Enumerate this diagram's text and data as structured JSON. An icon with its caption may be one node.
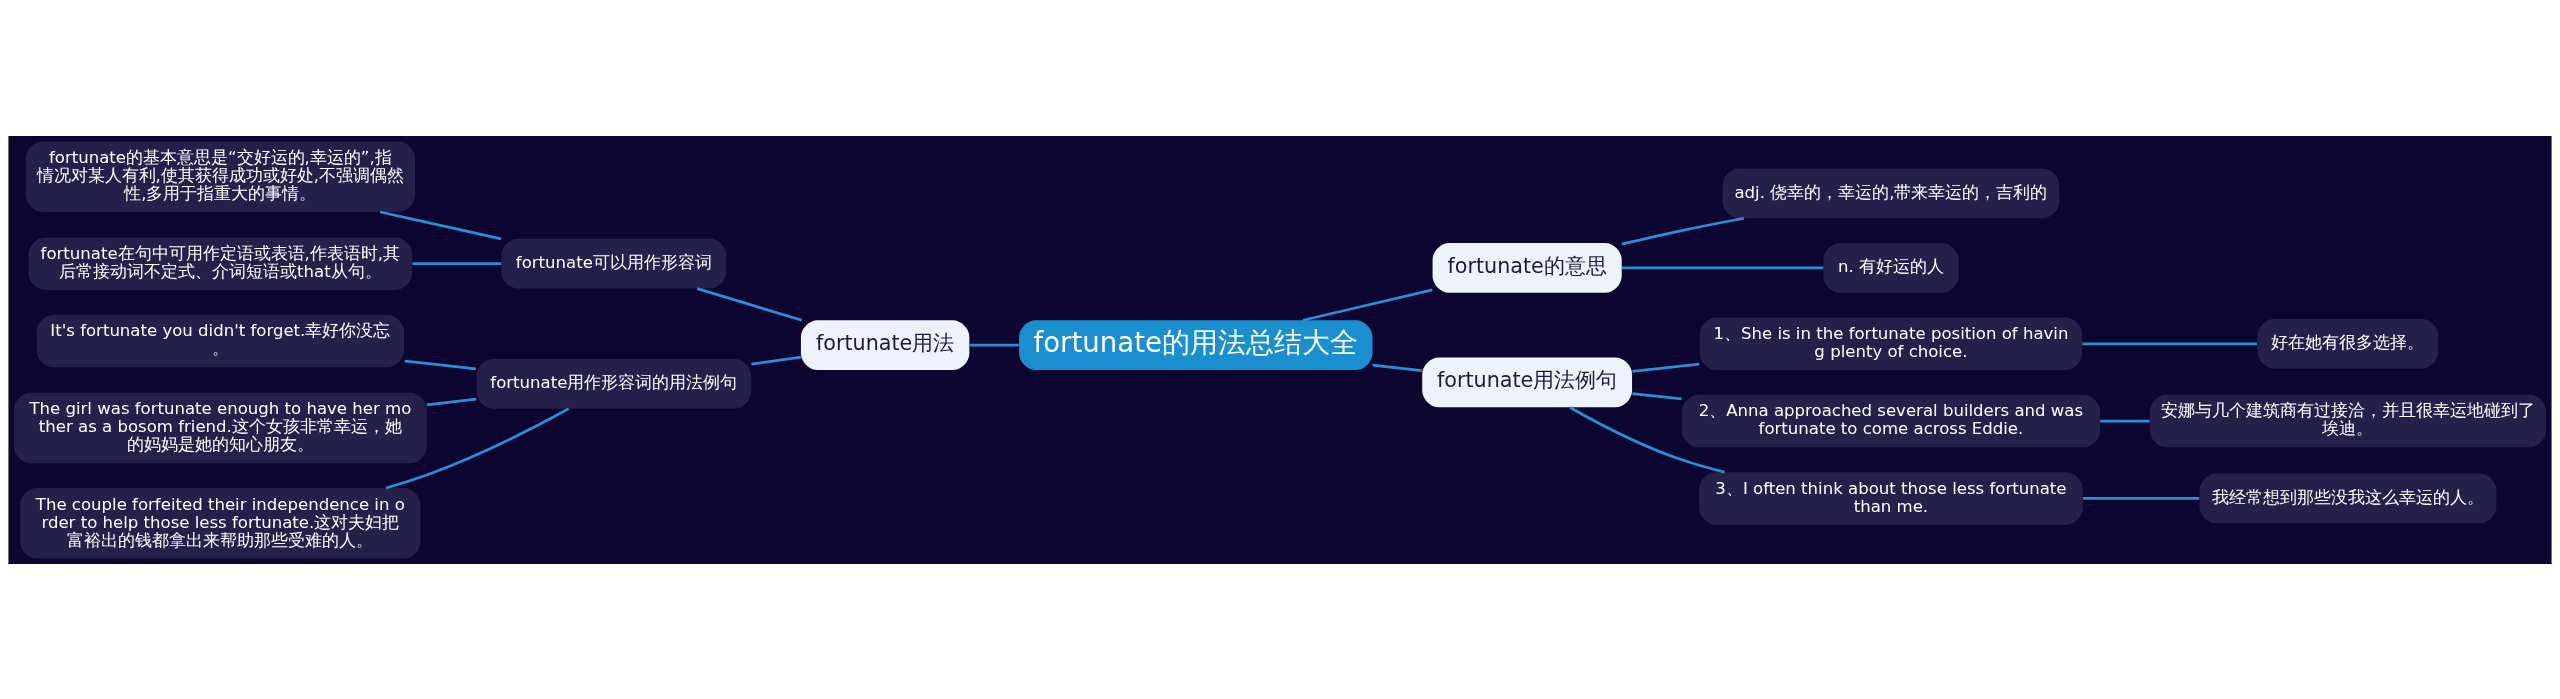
{
  "diagram": {
    "nodes": [
      {
        "text": [
          "fortunate的用法总结大全"
        ]
      },
      {
        "text": [
          "fortunate用法"
        ]
      },
      {
        "text": [
          "fortunate可以用作形容词"
        ]
      },
      {
        "text": [
          "fortunate的基本意思是“交好运的,幸运的”,指情况对某人有利,使其获得成功或好处,不强调偶然性,多用于指重大的事情。"
        ]
      },
      {
        "text": [
          "fortunate在句中可用作定语或表语,作表语时,其后常接动词不定式、介词短语或that从句。"
        ]
      },
      {
        "text": [
          "fortunate用作形容词的用法例句"
        ]
      },
      {
        "text": [
          "It's fortunate you didn't forget.幸好你没忘。"
        ]
      },
      {
        "text": [
          "The girl was fortunate enough to have her mother as a bosom friend.这个女孩非常幸运，她的妈妈是她的知心朋友。"
        ]
      },
      {
        "text": [
          "The couple forfeited their independence in order to help those less fortunate.这对夫妇把富裕出的钱都拿出来帮助那些受难的人。"
        ]
      },
      {
        "text": [
          "fortunate的意思"
        ]
      },
      {
        "text": [
          "adj. 侥幸的，幸运的,带来幸运的，吉利的"
        ]
      },
      {
        "text": [
          "n. 有好运的人"
        ]
      },
      {
        "text": [
          "fortunate用法例句"
        ]
      },
      {
        "text": [
          "1、She is in the fortunate position of having plenty of choice."
        ]
      },
      {
        "text": [
          "好在她有很多选择。"
        ]
      },
      {
        "text": [
          "2、Anna approached several builders and was fortunate to come across Eddie."
        ]
      },
      {
        "text": [
          "安娜与几个建筑商有过接洽，并且很幸运地碰到了埃迪。"
        ]
      },
      {
        "text": [
          "3、I often think about those less fortunate than me."
        ]
      },
      {
        "text": [
          "我经常想到那些没我这么幸运的人。"
        ]
      }
    ],
    "edges": [
      {
        "from": 0,
        "to": 1,
        "arrow": "none"
      },
      {
        "from": 1,
        "to": 2,
        "arrow": "none"
      },
      {
        "from": 2,
        "to": 3,
        "arrow": "none"
      },
      {
        "from": 2,
        "to": 4,
        "arrow": "none"
      },
      {
        "from": 1,
        "to": 5,
        "arrow": "none"
      },
      {
        "from": 5,
        "to": 6,
        "arrow": "none"
      },
      {
        "from": 5,
        "to": 7,
        "arrow": "none"
      },
      {
        "from": 5,
        "to": 8,
        "arrow": "none"
      },
      {
        "from": 0,
        "to": 9,
        "arrow": "none"
      },
      {
        "from": 9,
        "to": 10,
        "arrow": "none"
      },
      {
        "from": 9,
        "to": 11,
        "arrow": "none"
      },
      {
        "from": 0,
        "to": 12,
        "arrow": "none"
      },
      {
        "from": 12,
        "to": 13,
        "arrow": "none"
      },
      {
        "from": 13,
        "to": 14,
        "arrow": "none"
      },
      {
        "from": 12,
        "to": 15,
        "arrow": "none"
      },
      {
        "from": 15,
        "to": 16,
        "arrow": "none"
      },
      {
        "from": 12,
        "to": 17,
        "arrow": "none"
      },
      {
        "from": 17,
        "to": 18,
        "arrow": "none"
      }
    ]
  }
}
